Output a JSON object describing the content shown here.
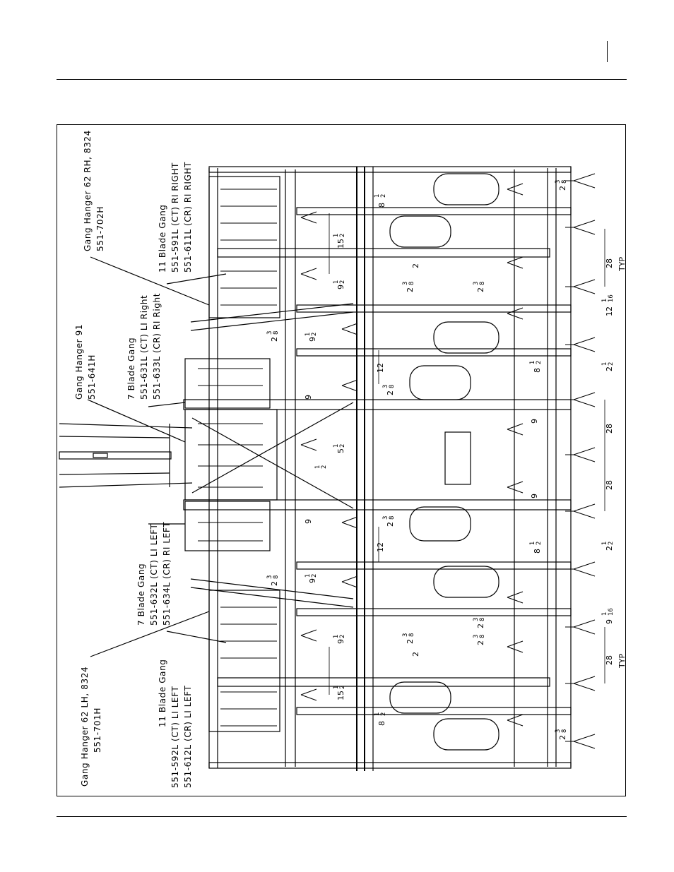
{
  "labels": {
    "gang_hanger_rh": [
      "Gang Hanger 62 RH, 8324",
      "551-702H"
    ],
    "gang_11_right": [
      "11 Blade Gang",
      "551-591L (CT) RI RIGHT",
      "551-611L (CR) RI RIGHT"
    ],
    "gang_7_right": [
      "7 Blade Gang",
      "551-631L (CT) LI Right",
      "551-633L (CR) RI Right"
    ],
    "gang_hanger_91": [
      "Gang Hanger 91",
      "551-641H"
    ],
    "gang_7_left": [
      "7 Blade Gang",
      "551-632L (CT) LI LEFT",
      "551-634L (CR) RI LEFT"
    ],
    "gang_hanger_lh": [
      "Gang Hanger 62 LH, 8324",
      "551-701H"
    ],
    "gang_11_left": [
      "11 Blade Gang",
      "551-592L (CT) LI LEFT",
      "551-612L (CR) LI LEFT"
    ]
  },
  "dimensions": {
    "d_8_1_2": [
      "8",
      "1",
      "2"
    ],
    "d_15_1_2": [
      "15",
      "1",
      "2"
    ],
    "d_9_1_2": [
      "9",
      "1",
      "2"
    ],
    "d_2_3_8": [
      "2",
      "3",
      "8"
    ],
    "d_12": "12",
    "d_9": "9",
    "d_5_1_2": [
      "5",
      "1",
      "2"
    ],
    "d_1_2": [
      "1",
      "2"
    ],
    "d_2": "2",
    "d_28": "28",
    "d_typ": "TYP",
    "d_12_1_16": [
      "12",
      "1",
      "16"
    ],
    "d_9_1_16": [
      "9",
      "1",
      "16"
    ],
    "d_2_1_2": [
      "2",
      "1",
      "2"
    ]
  }
}
